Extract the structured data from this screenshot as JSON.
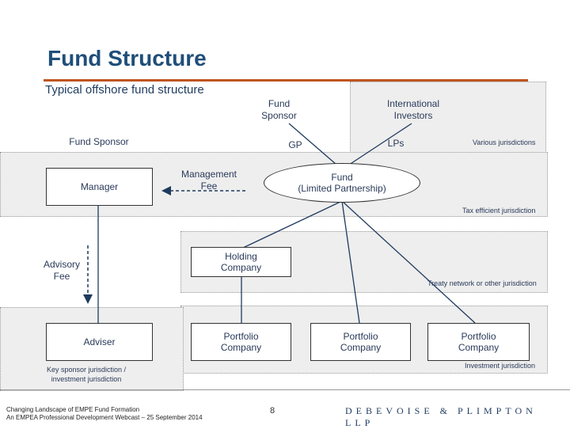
{
  "header": {
    "title": "Fund Structure",
    "subtitle": "Typical offshore fund structure"
  },
  "nodes": {
    "fund_sponsor_top": "Fund\nSponsor",
    "international_investors": "International\nInvestors",
    "fund_sponsor_left": "Fund Sponsor",
    "gp": "GP",
    "lps": "LPs",
    "various_jurisdictions": "Various jurisdictions",
    "manager": "Manager",
    "management_fee": "Management\nFee",
    "fund": "Fund\n(Limited Partnership)",
    "tax_efficient": "Tax efficient jurisdiction",
    "advisory_fee": "Advisory\nFee",
    "holding_company": "Holding\nCompany",
    "treaty_network": "Treaty network or other jurisdiction",
    "adviser": "Adviser",
    "portfolio_company_1": "Portfolio\nCompany",
    "portfolio_company_2": "Portfolio\nCompany",
    "portfolio_company_3": "Portfolio\nCompany",
    "investment_jurisdiction": "Investment jurisdiction",
    "key_sponsor": "Key sponsor jurisdiction /\ninvestment jurisdiction"
  },
  "footer": {
    "line1": "Changing Landscape of EMPE Fund Formation",
    "line2": "An EMPEA Professional Development Webcast – 25 September 2014",
    "page_number": "8",
    "brand": "DEBEVOISE & PLIMPTON LLP"
  },
  "colors": {
    "title": "#1f4e79",
    "rule": "#c0551f",
    "band": "#eeeeee"
  }
}
